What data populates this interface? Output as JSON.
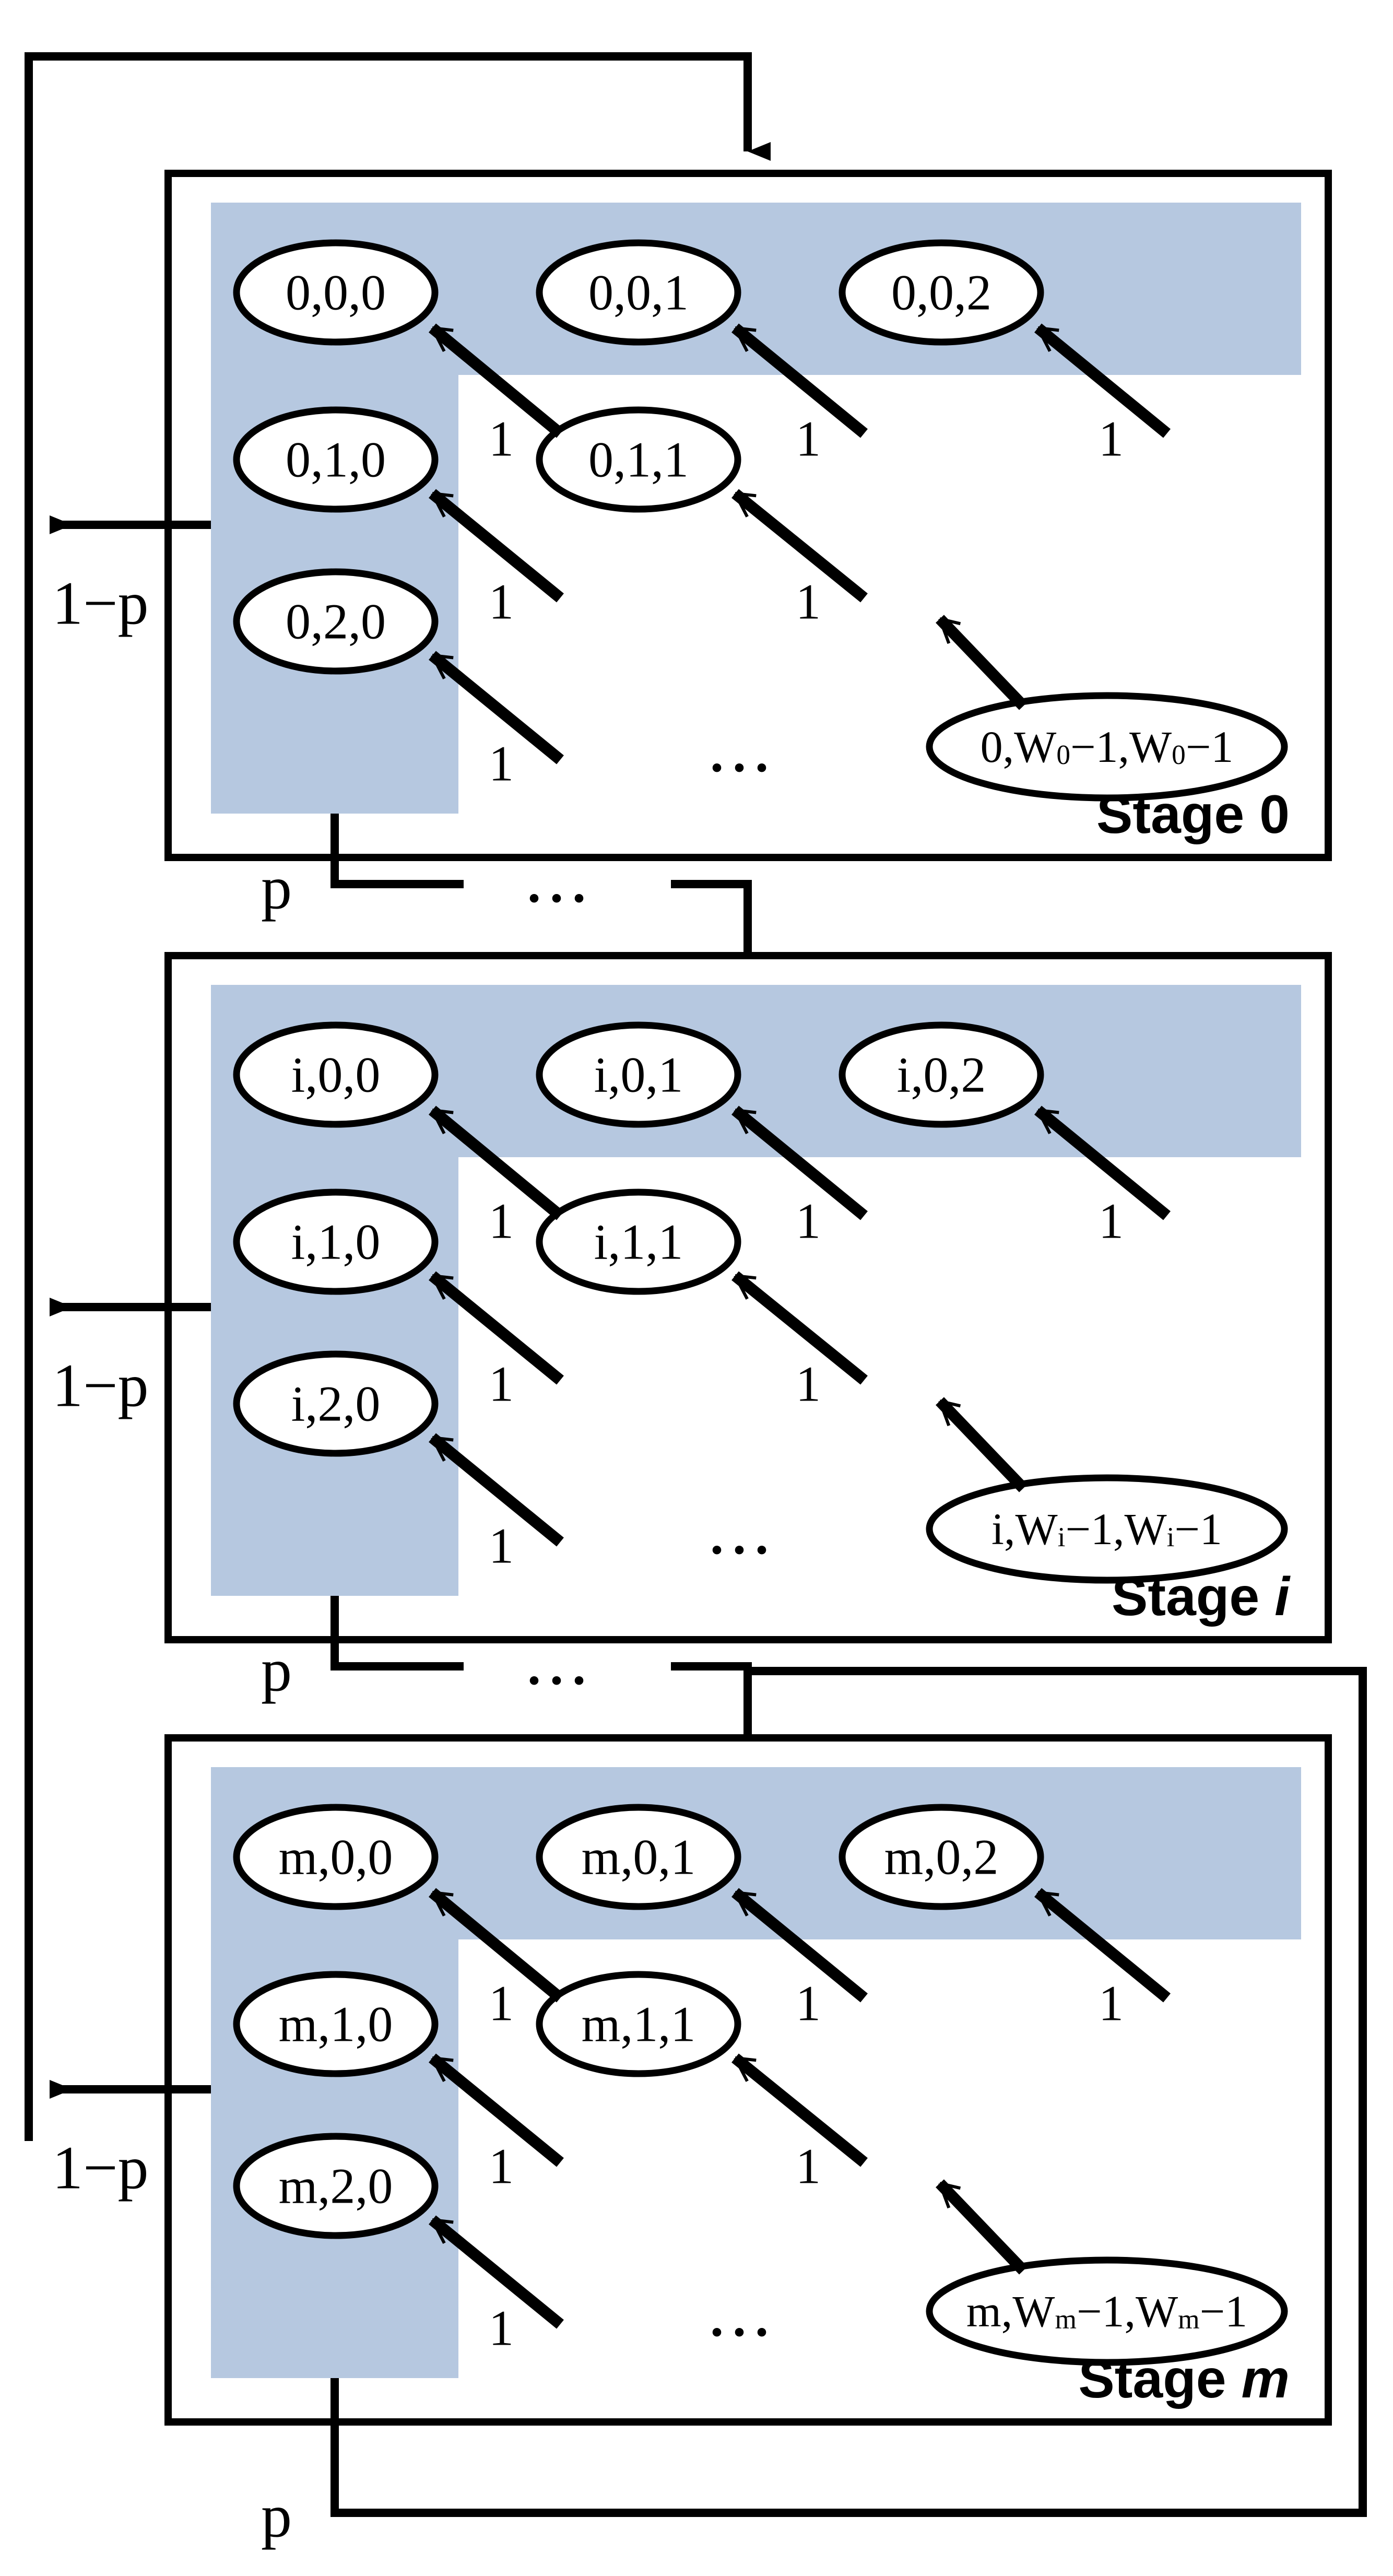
{
  "diagram": {
    "title": "Multi-stage Markov chain backoff model",
    "colors": {
      "blue_band": "#B6C8E0",
      "stroke": "#000000",
      "background": "#FFFFFF"
    },
    "edge_weight_label": "1",
    "ellipsis": "...",
    "prob_stay_label": "1−p",
    "prob_advance_label": "p"
  },
  "stages": [
    {
      "id": "stage-0",
      "name": "Stage 0",
      "name_prefix": "Stage",
      "name_index": "0",
      "index_italic": false,
      "prefix": "0",
      "nodes": {
        "row0": [
          "0,0,0",
          "0,0,1",
          "0,0,2"
        ],
        "row1": [
          "0,1,0",
          "0,1,1"
        ],
        "row2": [
          "0,2,0"
        ],
        "last": {
          "text": "0,W",
          "sub1": "0",
          "mid": "−1,W",
          "sub2": "0",
          "tail": "−1"
        }
      },
      "weights": [
        "1",
        "1",
        "1",
        "1",
        "1",
        "1"
      ],
      "prob_stay": "1−p",
      "prob_advance": "p",
      "dots": "..."
    },
    {
      "id": "stage-i",
      "name": "Stage i",
      "name_prefix": "Stage",
      "name_index": "i",
      "index_italic": true,
      "prefix": "i",
      "nodes": {
        "row0": [
          "i,0,0",
          "i,0,1",
          "i,0,2"
        ],
        "row1": [
          "i,1,0",
          "i,1,1"
        ],
        "row2": [
          "i,2,0"
        ],
        "last": {
          "text": "i,W",
          "sub1": "i",
          "mid": "−1,W",
          "sub2": "i",
          "tail": "−1"
        }
      },
      "weights": [
        "1",
        "1",
        "1",
        "1",
        "1",
        "1"
      ],
      "prob_stay": "1−p",
      "prob_advance": "p",
      "dots": "..."
    },
    {
      "id": "stage-m",
      "name": "Stage m",
      "name_prefix": "Stage",
      "name_index": "m",
      "index_italic": true,
      "prefix": "m",
      "nodes": {
        "row0": [
          "m,0,0",
          "m,0,1",
          "m,0,2"
        ],
        "row1": [
          "m,1,0",
          "m,1,1"
        ],
        "row2": [
          "m,2,0"
        ],
        "last": {
          "text": "m,W",
          "sub1": "m",
          "mid": "−1,W",
          "sub2": "m",
          "tail": "−1"
        }
      },
      "weights": [
        "1",
        "1",
        "1",
        "1",
        "1",
        "1"
      ],
      "prob_stay": "1−p",
      "prob_advance": "p",
      "dots": "..."
    }
  ],
  "inter_stage": {
    "dots_0_to_i": "...",
    "dots_i_to_m": "..."
  }
}
